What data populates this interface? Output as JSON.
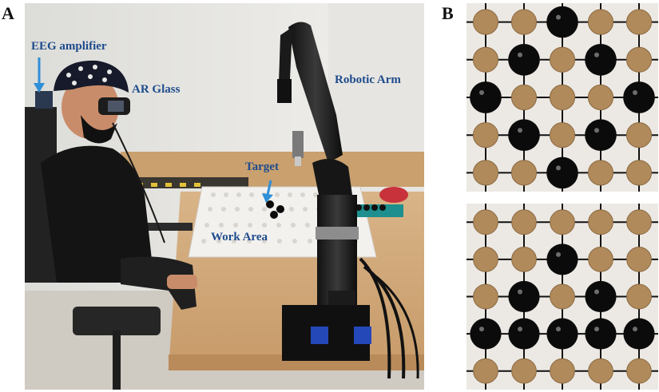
{
  "panels": {
    "a": {
      "label": "A"
    },
    "b": {
      "label": "B"
    }
  },
  "annotations": {
    "eeg_amplifier": "EEG amplifier",
    "ar_glass": "AR Glass",
    "robotic_arm": "Robotic Arm",
    "target": "Target",
    "work_area": "Work Area"
  },
  "colors": {
    "annotation_text": "#1e4b8c",
    "arrow": "#2f8fd8",
    "board": "#ece9e4",
    "hole": "#b08a5b",
    "ball": "#0b0b0b"
  },
  "boards": {
    "top": {
      "rows": [
        [
          "hole",
          "hole",
          "ball",
          "hole",
          "hole"
        ],
        [
          "hole",
          "ball",
          "hole",
          "ball",
          "hole"
        ],
        [
          "ball",
          "hole",
          "hole",
          "hole",
          "ball"
        ],
        [
          "hole",
          "ball",
          "hole",
          "ball",
          "hole"
        ],
        [
          "hole",
          "hole",
          "ball",
          "hole",
          "hole"
        ]
      ]
    },
    "bottom": {
      "rows": [
        [
          "hole",
          "hole",
          "hole",
          "hole",
          "hole"
        ],
        [
          "hole",
          "hole",
          "ball",
          "hole",
          "hole"
        ],
        [
          "hole",
          "ball",
          "hole",
          "ball",
          "hole"
        ],
        [
          "ball",
          "ball",
          "ball",
          "ball",
          "ball"
        ],
        [
          "hole",
          "hole",
          "hole",
          "hole",
          "hole"
        ]
      ]
    }
  }
}
